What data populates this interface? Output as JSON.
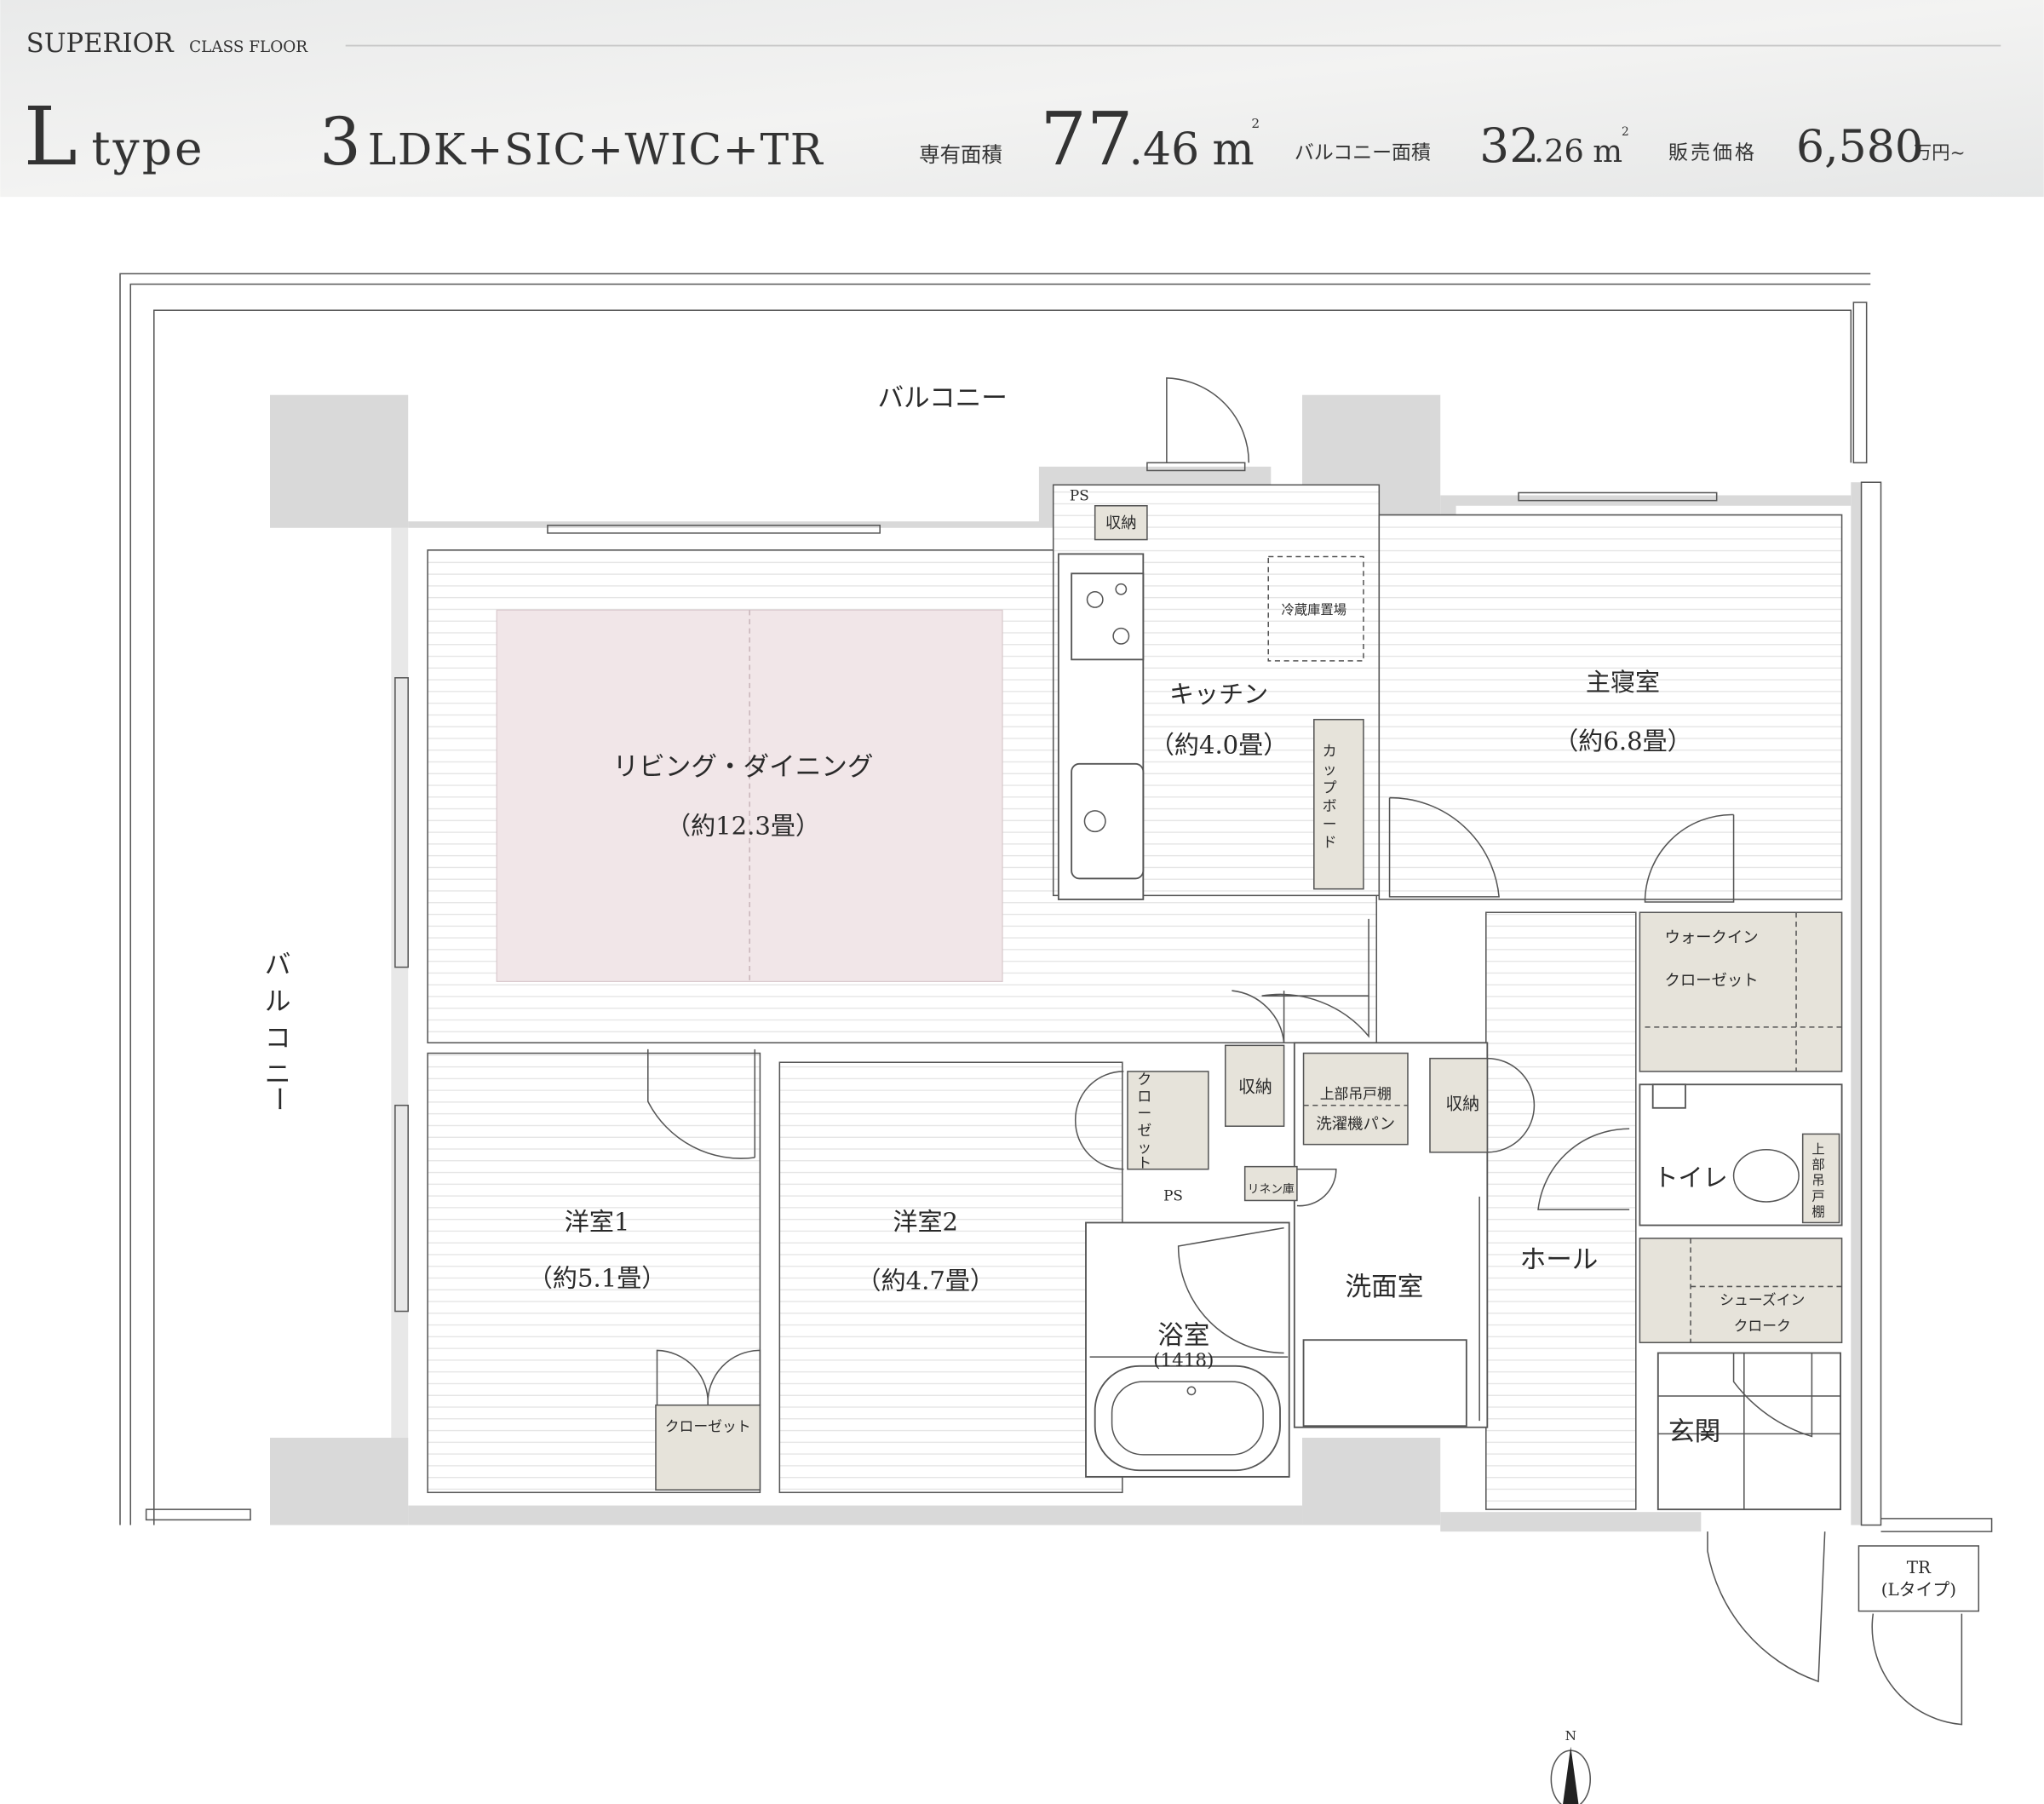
{
  "header": {
    "brand": "SUPERIOR",
    "brand_sub": "CLASS FLOOR",
    "type_letter": "L",
    "type_word": "type",
    "layout_num": "3",
    "layout_rest": "LDK+SIC+WIC+TR",
    "area_label": "専有面積",
    "area_int": "77",
    "area_dec": ".46",
    "area_unit": "m",
    "sq": "2",
    "balcony_label": "バルコニー面積",
    "balcony_int": "32",
    "balcony_dec": ".26",
    "balcony_unit": "m",
    "price_label": "販売価格",
    "price_value": "6,580",
    "price_unit": "万円~"
  },
  "plan": {
    "balcony_top": "バルコニー",
    "balcony_left": [
      "バ",
      "ル",
      "コ",
      "ニ",
      "ー"
    ],
    "living": "リビング・ダイニング",
    "living_size": "（約12.3畳）",
    "kitchen": "キッチン",
    "kitchen_size": "（約4.0畳）",
    "fridge": "冷蔵庫置場",
    "cupboard": [
      "カ",
      "ッ",
      "プ",
      "ボ",
      "ー",
      "ド"
    ],
    "master": "主寝室",
    "master_size": "（約6.8畳）",
    "wic_1": "ウォークイン",
    "wic_2": "クローゼット",
    "ps_top": "PS",
    "storage_top": "収納",
    "closet_v": [
      "ク",
      "ロ",
      "ー",
      "ゼ",
      "ッ",
      "ト"
    ],
    "storage_a": "収納",
    "upper_cabinet": "上部吊戸棚",
    "washer_pan": "洗濯機パン",
    "storage_b": "収納",
    "linen": "リネン庫",
    "ps_mid": "PS",
    "room1": "洋室1",
    "room1_size": "（約5.1畳）",
    "room2": "洋室2",
    "room2_size": "（約4.7畳）",
    "bath": "浴室",
    "bath_size": "(1418)",
    "washroom": "洗面室",
    "hall": "ホール",
    "toilet": "トイレ",
    "toilet_cabinet": [
      "上",
      "部",
      "吊",
      "戸",
      "棚"
    ],
    "sic_1": "シューズイン",
    "sic_2": "クローク",
    "entrance": "玄関",
    "closet_room1": "クローゼット",
    "tr": "TR",
    "tr_sub": "(Lタイプ)",
    "north": "N"
  }
}
